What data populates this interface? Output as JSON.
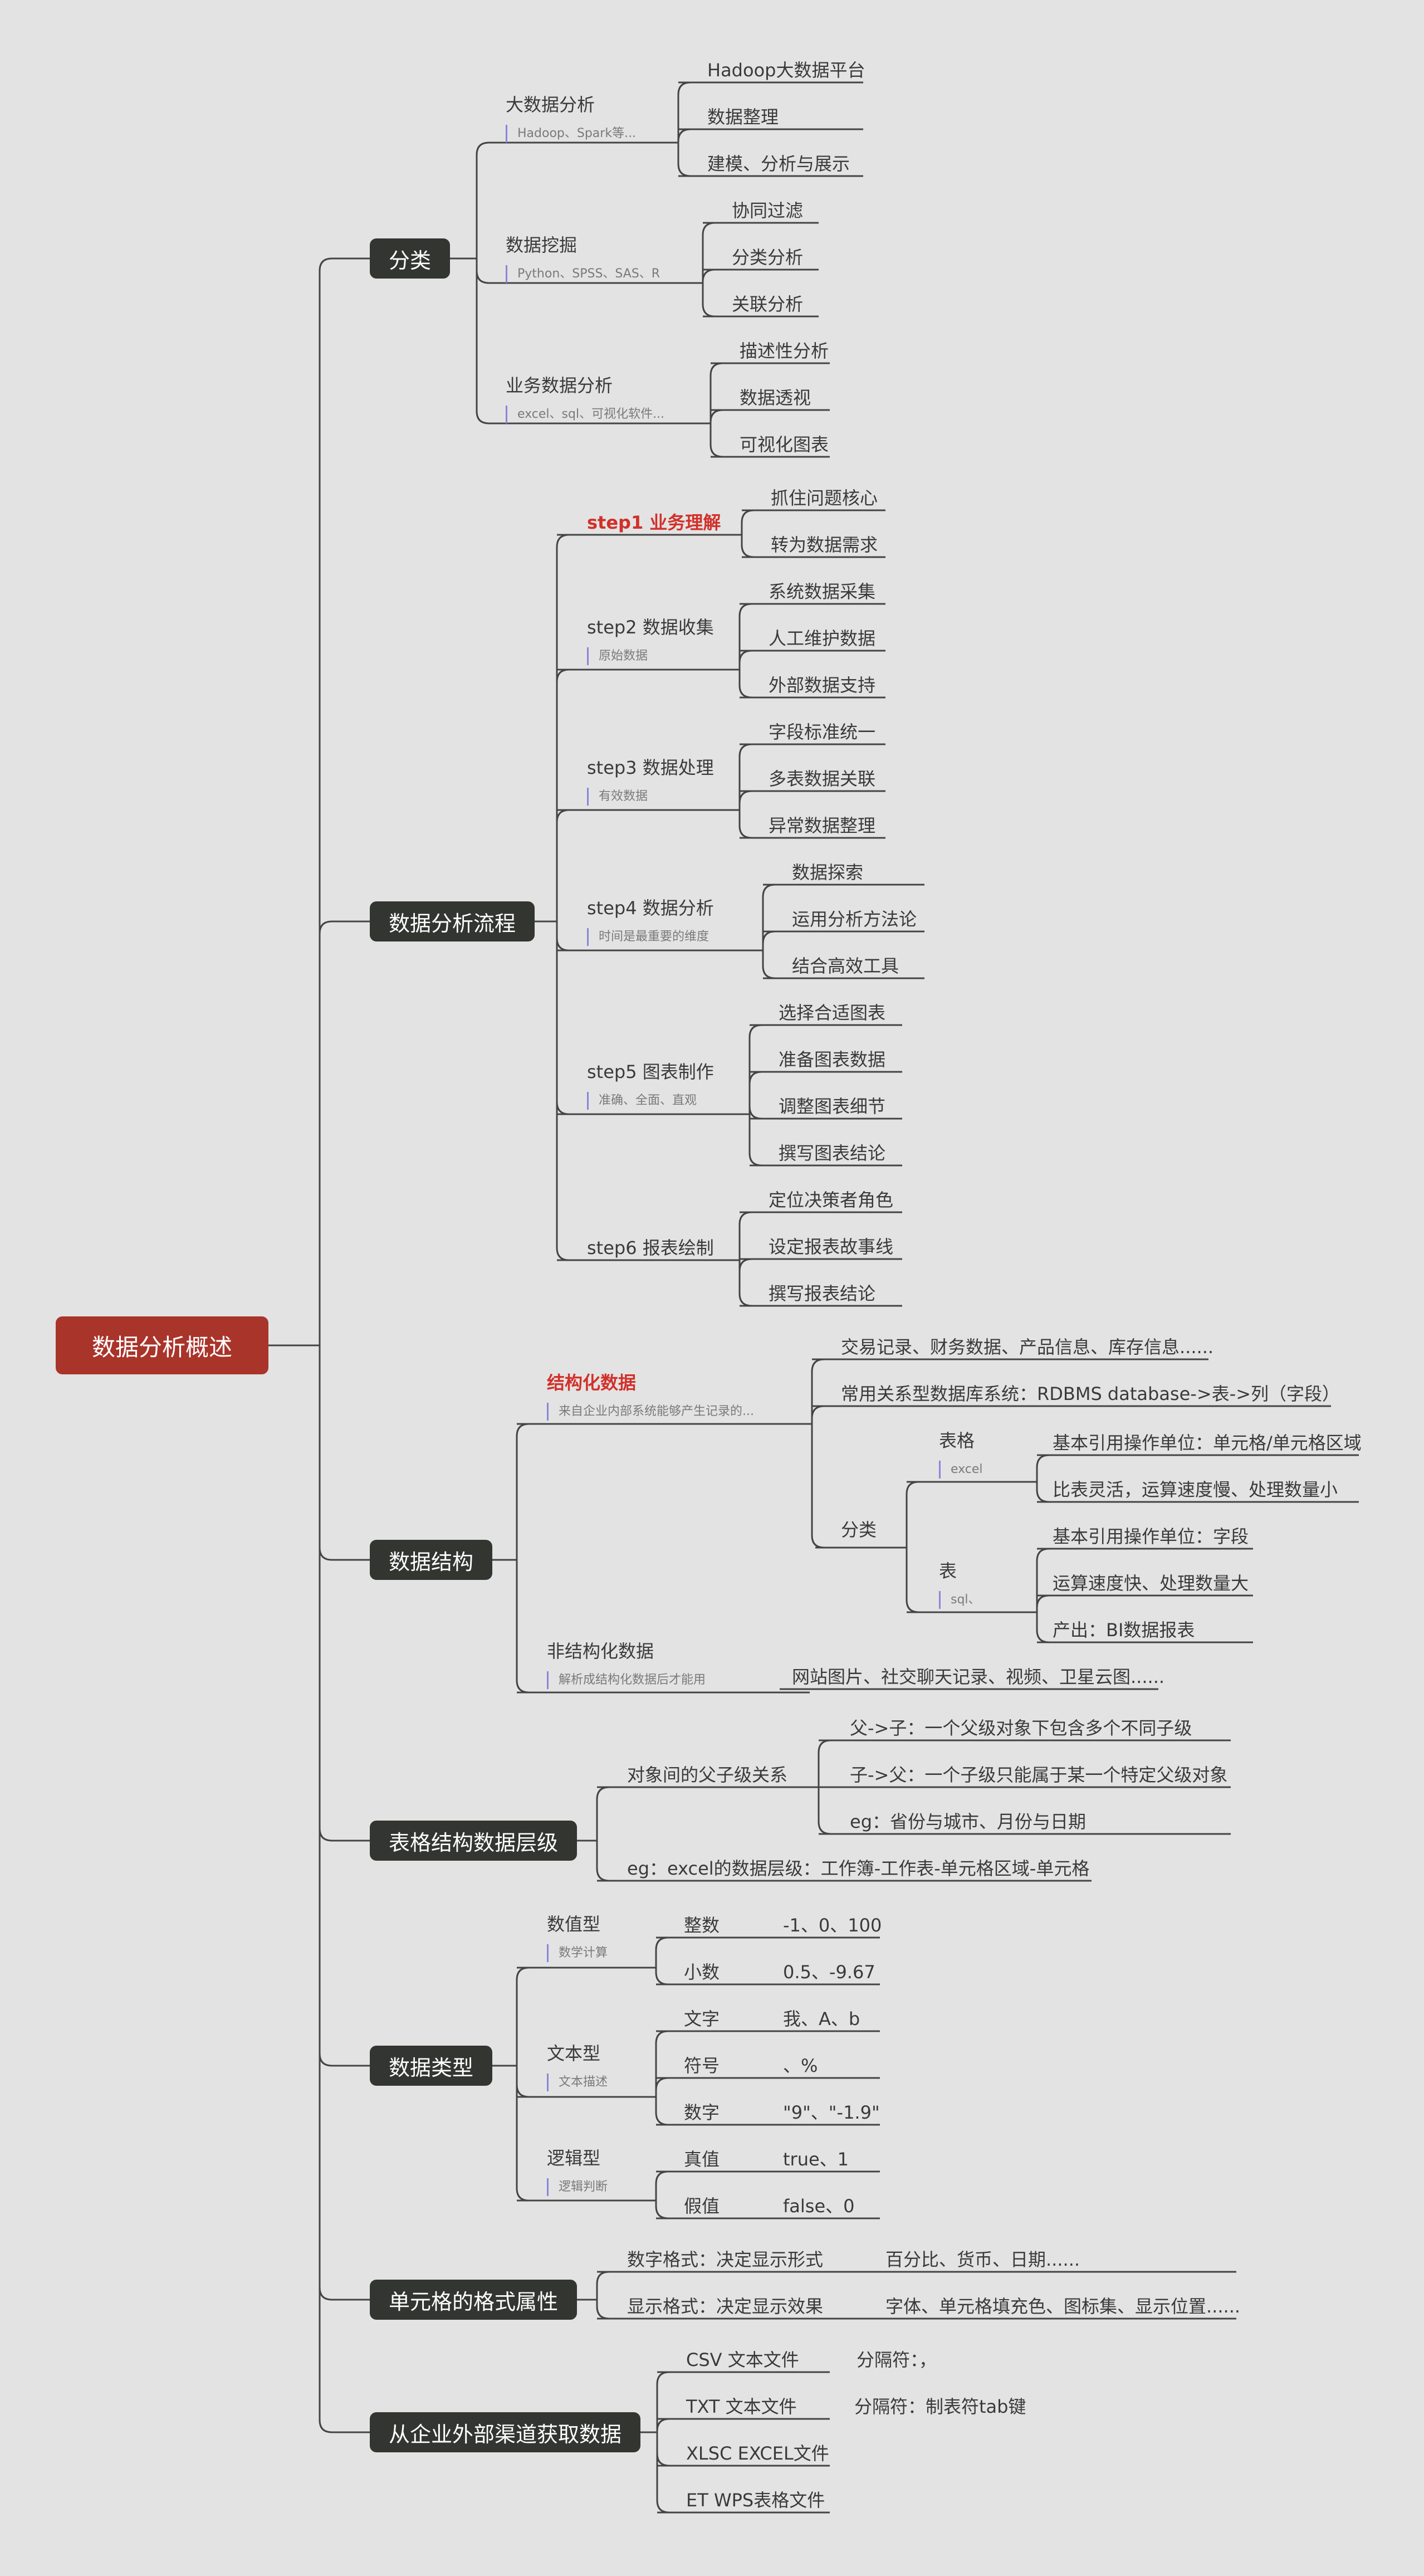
{
  "root": "数据分析概述",
  "classify": {
    "title": "分类",
    "bigdata": {
      "title": "大数据分析",
      "note": "Hadoop、Spark等...",
      "leaves": [
        "Hadoop大数据平台",
        "数据整理",
        "建模、分析与展示"
      ]
    },
    "mining": {
      "title": "数据挖掘",
      "note": "Python、SPSS、SAS、R",
      "leaves": [
        "协同过滤",
        "分类分析",
        "关联分析"
      ]
    },
    "business": {
      "title": "业务数据分析",
      "note": "excel、sql、可视化软件...",
      "leaves": [
        "描述性分析",
        "数据透视",
        "可视化图表"
      ]
    }
  },
  "process": {
    "title": "数据分析流程",
    "step1": {
      "title": "step1 业务理解",
      "leaves": [
        "抓住问题核心",
        "转为数据需求"
      ]
    },
    "step2": {
      "title": "step2 数据收集",
      "note": "原始数据",
      "leaves": [
        "系统数据采集",
        "人工维护数据",
        "外部数据支持"
      ]
    },
    "step3": {
      "title": "step3 数据处理",
      "note": "有效数据",
      "leaves": [
        "字段标准统一",
        "多表数据关联",
        "异常数据整理"
      ]
    },
    "step4": {
      "title": "step4 数据分析",
      "note": "时间是最重要的维度",
      "leaves": [
        "数据探索",
        "运用分析方法论",
        "结合高效工具"
      ]
    },
    "step5": {
      "title": "step5 图表制作",
      "note": "准确、全面、直观",
      "leaves": [
        "选择合适图表",
        "准备图表数据",
        "调整图表细节",
        "撰写图表结论"
      ]
    },
    "step6": {
      "title": "step6 报表绘制",
      "leaves": [
        "定位决策者角色",
        "设定报表故事线",
        "撰写报表结论"
      ]
    }
  },
  "structure": {
    "title": "数据结构",
    "structured": {
      "title": "结构化数据",
      "note": "来自企业内部系统能够产生记录的...",
      "leaves": [
        "交易记录、财务数据、产品信息、库存信息......",
        "常用关系型数据库系统：RDBMS    database->表->列（字段）"
      ]
    },
    "category": {
      "title": "分类",
      "sheet": {
        "title": "表格",
        "note": "excel",
        "leaves": [
          "基本引用操作单位：单元格/单元格区域",
          "比表灵活，运算速度慢、处理数量小"
        ]
      },
      "table": {
        "title": "表",
        "note": "sql、",
        "leaves": [
          "基本引用操作单位：字段",
          "运算速度快、处理数量大",
          "产出：BI数据报表"
        ]
      }
    },
    "unstructured": {
      "title": "非结构化数据",
      "note": "解析成结构化数据后才能用",
      "leaf": "网站图片、社交聊天记录、视频、卫星云图......"
    }
  },
  "hierarchy": {
    "title": "表格结构数据层级",
    "relation": {
      "title": "对象间的父子级关系",
      "leaves": [
        "父->子：一个父级对象下包含多个不同子级",
        "子->父：一个子级只能属于某一个特定父级对象",
        "eg：省份与城市、月份与日期"
      ]
    },
    "example": "eg：excel的数据层级：工作簿-工作表-单元格区域-单元格"
  },
  "types": {
    "title": "数据类型",
    "numeric": {
      "title": "数值型",
      "note": "数学计算",
      "items": [
        {
          "name": "整数",
          "value": "-1、0、100"
        },
        {
          "name": "小数",
          "value": "0.5、-9.67"
        }
      ]
    },
    "text": {
      "title": "文本型",
      "note": "文本描述",
      "items": [
        {
          "name": "文字",
          "value": "我、A、b"
        },
        {
          "name": "符号",
          "value": "、%"
        },
        {
          "name": "数字",
          "value": "\"9\"、\"-1.9\""
        }
      ]
    },
    "logic": {
      "title": "逻辑型",
      "note": "逻辑判断",
      "items": [
        {
          "name": "真值",
          "value": "true、1"
        },
        {
          "name": "假值",
          "value": "false、0"
        }
      ]
    }
  },
  "format": {
    "title": "单元格的格式属性",
    "items": [
      {
        "name": "数字格式：决定显示形式",
        "value": "百分比、货币、日期......"
      },
      {
        "name": "显示格式：决定显示效果",
        "value": "字体、单元格填充色、图标集、显示位置......"
      }
    ]
  },
  "external": {
    "title": "从企业外部渠道获取数据",
    "items": [
      {
        "name": "CSV 文本文件",
        "value": "分隔符：，"
      },
      {
        "name": "TXT 文本文件",
        "value": "分隔符：制表符tab键"
      },
      {
        "name": "XLSC  EXCEL文件",
        "value": ""
      },
      {
        "name": "ET  WPS表格文件",
        "value": ""
      }
    ]
  },
  "colors": {
    "root": "#a9342a",
    "main": "#333530",
    "accent": "#d2302a",
    "line": "#444444",
    "note_bar": "#8a86d9",
    "background": "#e3e3e3"
  }
}
